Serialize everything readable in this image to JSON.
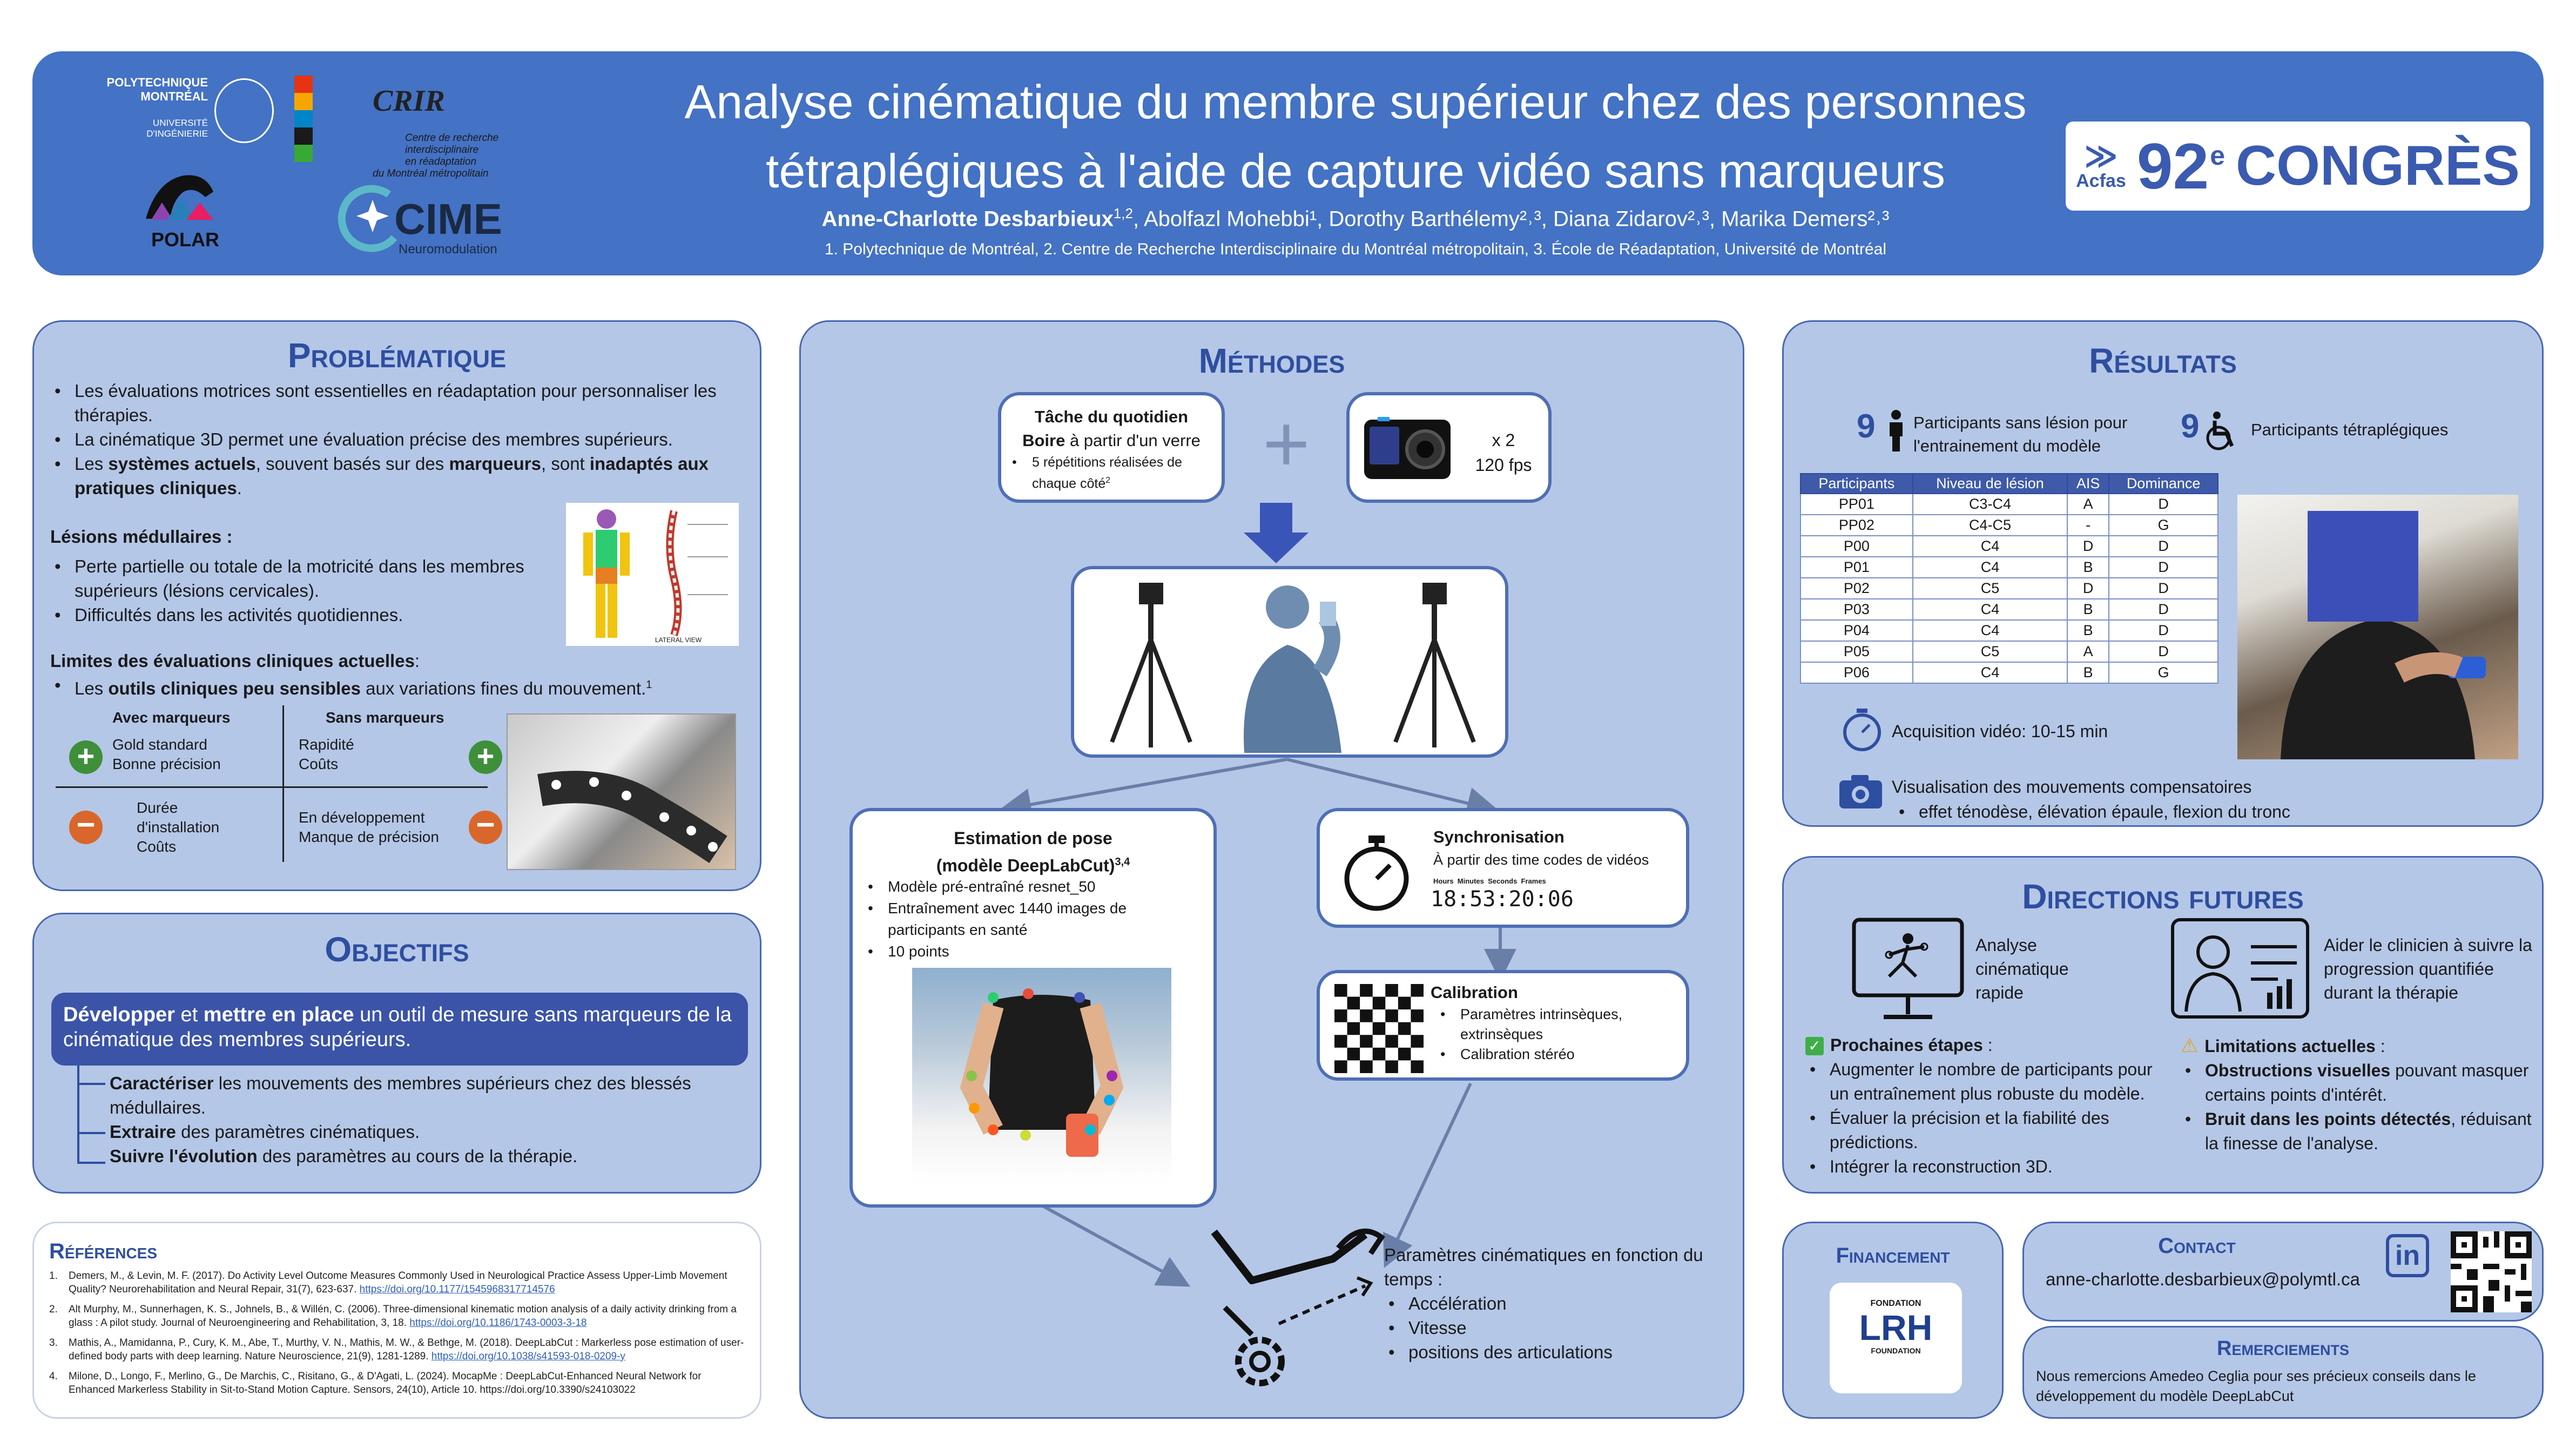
{
  "header": {
    "title_line1": "Analyse cinématique du membre supérieur chez des personnes",
    "title_line2": "tétraplégiques à l'aide de capture vidéo sans marqueurs",
    "author_main": "Anne-Charlotte Desbarbieux",
    "author_main_sup": "1,2",
    "authors_rest": ", Abolfazl Mohebbi¹, Dorothy Barthélemy²˒³, Diana Zidarov²˒³, Marika Demers²˒³",
    "affiliations": "1. Polytechnique de Montréal, 2. Centre de Recherche Interdisciplinaire du Montréal métropolitain, 3. École de Réadaptation, Université de Montréal",
    "logos": {
      "poly_l1": "POLYTECHNIQUE",
      "poly_l2": "MONTRÉAL",
      "poly_l3": "UNIVERSITÉ",
      "poly_l4": "D'INGÉNIERIE",
      "crir": "CRIR",
      "crir_sub1": "Centre de recherche",
      "crir_sub2": "interdisciplinaire",
      "crir_sub3": "en réadaptation",
      "crir_sub4": "du Montréal métropolitain",
      "polar": "POLAR",
      "cime": "CIME",
      "cime_sub": "Neuromodulation",
      "acfas": "Acfas",
      "congres_num": "92",
      "congres_e": "e",
      "congres_word": "CONGRÈS"
    }
  },
  "problematique": {
    "title": "Problématique",
    "b1": "Les évaluations motrices sont essentielles en réadaptation pour personnaliser les thérapies.",
    "b2": "La cinématique 3D permet une évaluation précise des membres supérieurs.",
    "b3a": "Les ",
    "b3b": "systèmes actuels",
    "b3c": ", souvent basés sur des ",
    "b3d": "marqueurs",
    "b3e": ", sont ",
    "b3f": "inadaptés aux pratiques cliniques",
    "b3g": ".",
    "lesions_title": "Lésions médullaires :",
    "l1": "Perte partielle ou totale de la motricité dans les membres supérieurs (lésions cervicales).",
    "l2": "Difficultés dans les activités quotidiennes.",
    "limits_title": "Limites des évaluations cliniques actuelles",
    "limits_colon": ":",
    "lim1a": "Les ",
    "lim1b": "outils cliniques peu sensibles",
    "lim1c": " aux variations fines du mouvement.",
    "lim1_sup": "1",
    "table": {
      "col1": "Avec marqueurs",
      "col2": "Sans marqueurs",
      "pos1": "Gold standard",
      "pos2": "Bonne précision",
      "pos3": "Rapidité",
      "pos4": "Coûts",
      "neg1": "Durée",
      "neg2": "d'installation",
      "neg3": "Coûts",
      "neg4": "En développement",
      "neg5": "Manque de précision"
    },
    "spine_caption": "LATERAL VIEW"
  },
  "objectifs": {
    "title": "Objectifs",
    "main_a": "Développer",
    "main_b": " et ",
    "main_c": "mettre en place",
    "main_d": " un outil de mesure sans marqueurs de la cinématique des membres supérieurs.",
    "s1a": "Caractériser",
    "s1b": " les mouvements des membres supérieurs chez des blessés médullaires.",
    "s2a": "Extraire",
    "s2b": " des paramètres cinématiques.",
    "s3a": "Suivre l'évolution",
    "s3b": " des paramètres au cours de la thérapie."
  },
  "references": {
    "title": "Références",
    "r1": "Demers, M., & Levin, M. F. (2017). Do Activity Level Outcome Measures Commonly Used in Neurological Practice Assess Upper-Limb Movement Quality? Neurorehabilitation and Neural Repair, 31(7), 623-637.",
    "r1_link": "https://doi.org/10.1177/1545968317714576",
    "r2": "Alt Murphy, M., Sunnerhagen, K. S., Johnels, B., & Willén, C. (2006). Three-dimensional kinematic motion analysis of a daily activity drinking from a glass : A pilot study. Journal of Neuroengineering and Rehabilitation, 3, 18.",
    "r2_link": "https://doi.org/10.1186/1743-0003-3-18",
    "r3": "Mathis, A., Mamidanna, P., Cury, K. M., Abe, T., Murthy, V. N., Mathis, M. W., & Bethge, M. (2018). DeepLabCut : Markerless pose estimation of user-defined body parts with deep learning. Nature Neuroscience, 21(9), 1281-1289.",
    "r3_link": "https://doi.org/10.1038/s41593-018-0209-y",
    "r4": "Milone, D., Longo, F., Merlino, G., De Marchis, C., Risitano, G., & D'Agati, L. (2024). MocapMe : DeepLabCut-Enhanced Neural Network for Enhanced Markerless Stability in Sit-to-Stand Motion Capture. Sensors, 24(10), Article 10. https://doi.org/10.3390/s24103022"
  },
  "methodes": {
    "title": "Méthodes",
    "task_title": "Tâche du quotidien",
    "task_b": "Boire",
    "task_rest": " à partir d'un verre",
    "task_bullet": "5 répétitions réalisées de chaque côté",
    "task_sup": "2",
    "camera_count": "x 2",
    "camera_fps": "120 fps",
    "plus": "+",
    "pose_title1": "Estimation de pose",
    "pose_title2": "(modèle DeepLabCut)",
    "pose_sup": "3,4",
    "pose_b1": "Modèle pré-entraîné resnet_50",
    "pose_b2": "Entraînement avec 1440 images de participants en santé",
    "pose_b3": "10 points",
    "sync_title": "Synchronisation",
    "sync_sub": "À partir des time codes de vidéos",
    "tc_labels": "Hours  Minutes  Seconds  Frames",
    "timecode": "18:53:20:06",
    "calib_title": "Calibration",
    "calib_b1": "Paramètres intrinsèques, extrinsèques",
    "calib_b2": "Calibration stéréo",
    "param_title": "Paramètres cinématiques en fonction du temps :",
    "param_b1": "Accélération",
    "param_b2": "Vitesse",
    "param_b3": "positions des articulations"
  },
  "resultats": {
    "title": "Résultats",
    "n1": "9",
    "n1_text": "Participants sans lésion pour l'entrainement du modèle",
    "n2": "9",
    "n2_text": "Participants tétraplégiques",
    "table_headers": [
      "Participants",
      "Niveau de lésion",
      "AIS",
      "Dominance"
    ],
    "table_rows": [
      [
        "PP01",
        "C3-C4",
        "A",
        "D"
      ],
      [
        "PP02",
        "C4-C5",
        "-",
        "G"
      ],
      [
        "P00",
        "C4",
        "D",
        "D"
      ],
      [
        "P01",
        "C4",
        "B",
        "D"
      ],
      [
        "P02",
        "C5",
        "D",
        "D"
      ],
      [
        "P03",
        "C4",
        "B",
        "D"
      ],
      [
        "P04",
        "C4",
        "B",
        "D"
      ],
      [
        "P05",
        "C5",
        "A",
        "D"
      ],
      [
        "P06",
        "C4",
        "B",
        "G"
      ]
    ],
    "acq": "Acquisition vidéo: 10-15 min",
    "visu": "Visualisation des mouvements compensatoires",
    "visu_b": "effet ténodèse, élévation épaule, flexion du tronc"
  },
  "directions": {
    "title": "Directions futures",
    "d1": "Analyse cinématique rapide",
    "d2": "Aider le clinicien à suivre la progression quantifiée durant la thérapie",
    "next_title": "Prochaines étapes",
    "next_colon": " :",
    "n1": "Augmenter le nombre de participants pour un entraînement plus robuste du modèle.",
    "n2": "Évaluer la précision et la fiabilité des prédictions.",
    "n3": "Intégrer la reconstruction 3D.",
    "lim_title": "Limitations actuelles",
    "lim_colon": " :",
    "lim1a": "Obstructions visuelles",
    "lim1b": " pouvant masquer certains points d'intérêt.",
    "lim2a": "Bruit dans les points détectés",
    "lim2b": ", réduisant la finesse de l'analyse."
  },
  "financement": {
    "title": "Financement",
    "logo_top": "FONDATION",
    "logo": "LRH",
    "logo_bottom": "FOUNDATION"
  },
  "contact": {
    "title": "Contact",
    "email": "anne-charlotte.desbarbieux@polymtl.ca",
    "linkedin": "in"
  },
  "remerciements": {
    "title": "Remerciements",
    "text": "Nous remercions Amedeo Ceglia pour ses précieux conseils dans le développement du modèle DeepLabCut"
  },
  "colors": {
    "header_blue": "#4472c4",
    "panel_blue": "#b4c7e7",
    "title_blue": "#2e4ea0",
    "plus_green": "#3f8f3a",
    "minus_orange": "#d9662a"
  }
}
